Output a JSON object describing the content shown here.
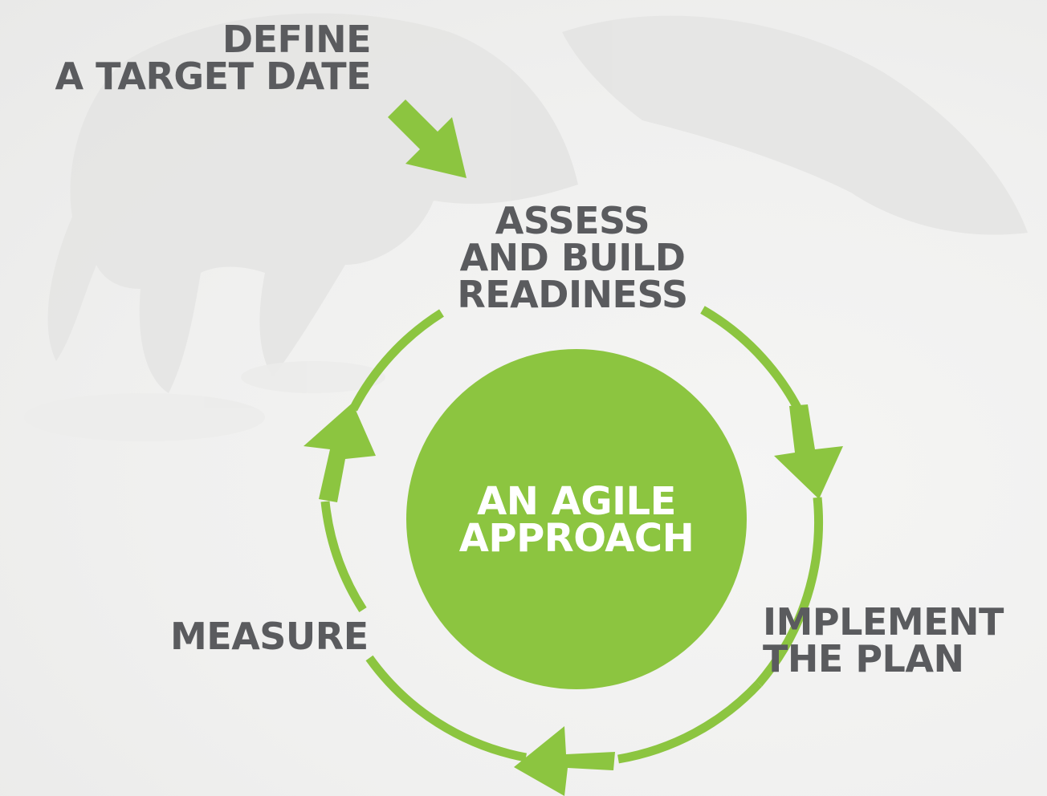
{
  "colors": {
    "accent_green": "#8cc540",
    "label_gray": "#5a5b5e",
    "background": "#f0f0ef"
  },
  "diagram": {
    "entry_step": {
      "lines": [
        "DEFINE",
        "A TARGET DATE"
      ]
    },
    "center": {
      "lines": [
        "AN AGILE",
        "APPROACH"
      ]
    },
    "cycle_steps": [
      {
        "lines": [
          "ASSESS",
          "AND BUILD",
          "READINESS"
        ]
      },
      {
        "lines": [
          "IMPLEMENT",
          "THE PLAN"
        ]
      },
      {
        "lines": [
          "MEASURE"
        ]
      }
    ]
  },
  "icons": {
    "entry_arrow": "arrow-down-right-icon",
    "cycle_arrows": [
      "arrow-down-icon",
      "arrow-left-icon",
      "arrow-up-icon"
    ]
  }
}
